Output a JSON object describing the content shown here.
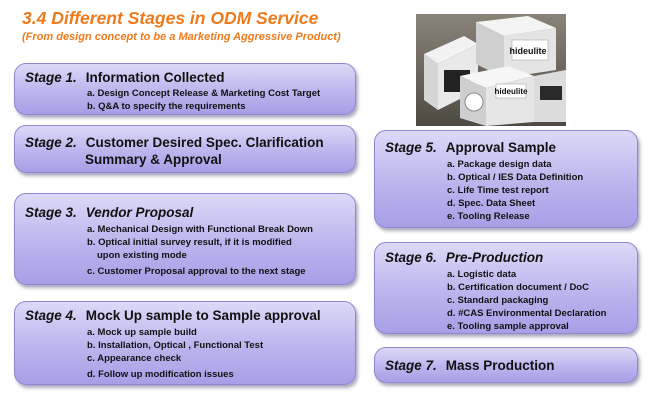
{
  "header": {
    "title": "3.4   Different Stages in ODM Service",
    "subtitle": "(From design concept to be a Marketing Aggressive Product)"
  },
  "colors": {
    "accent": "#f07a1a",
    "box_top": "#dcd9f7",
    "box_bottom": "#a79fe6"
  },
  "photo": {
    "brand_label": "hideulite"
  },
  "stages": [
    {
      "number": "Stage 1.",
      "name": "Information Collected",
      "items": [
        "a. Design Concept Release & Marketing Cost Target",
        "b. Q&A to specify the requirements"
      ]
    },
    {
      "number": "Stage 2.",
      "name": "Customer Desired Spec. Clarification",
      "name_line2": "Summary & Approval",
      "items": []
    },
    {
      "number": "Stage 3.",
      "name": "Vendor Proposal",
      "items": [
        "a. Mechanical Design with Functional Break Down",
        "b. Optical initial survey result, if it is modified",
        "upon existing mode",
        "c. Customer Proposal approval to the next stage"
      ]
    },
    {
      "number": "Stage 4.",
      "name": "Mock Up sample to Sample approval",
      "items": [
        "a. Mock up sample build",
        "b. Installation, Optical , Functional Test",
        "c. Appearance check",
        "d. Follow up modification issues"
      ]
    },
    {
      "number": "Stage 5.",
      "name": "Approval Sample",
      "items": [
        "a. Package design data",
        "b. Optical / IES Data Definition",
        "c. Life Time test report",
        "d. Spec. Data Sheet",
        "e. Tooling Release"
      ]
    },
    {
      "number": "Stage 6.",
      "name": "Pre-Production",
      "items": [
        "a. Logistic data",
        "b. Certification document / DoC",
        "c. Standard packaging",
        "d. #CAS Environmental Declaration",
        "e. Tooling sample approval"
      ]
    },
    {
      "number": "Stage 7.",
      "name": "Mass Production",
      "items": []
    }
  ]
}
